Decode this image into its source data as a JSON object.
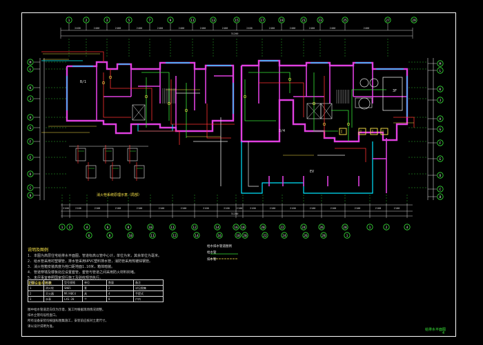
{
  "colors": {
    "background": "#000000",
    "wall": "#e040e0",
    "window": "#00e5ff",
    "grid": "#39e639",
    "dimension": "#d8d8d8",
    "annotation": "#ffe94a",
    "pipe_red": "#ff3030",
    "pipe_cyan": "#00ffff"
  },
  "grid_axes": {
    "top": [
      "1",
      "2",
      "3",
      "5",
      "7",
      "9",
      "11",
      "13",
      "15",
      "17",
      "19",
      "21",
      "23",
      "25",
      "27"
    ],
    "bottom": [
      "1",
      "2",
      "4",
      "6",
      "8",
      "10",
      "11",
      "12",
      "14",
      "16",
      "18",
      "20",
      "22",
      "24",
      "26",
      "28"
    ],
    "left": [
      "M",
      "L",
      "K",
      "J",
      "H",
      "G",
      "F",
      "E",
      "D",
      "C",
      "B",
      "A"
    ],
    "right": [
      "M",
      "L",
      "K",
      "J",
      "H",
      "G",
      "F",
      "E",
      "D",
      "C",
      "B"
    ]
  },
  "room_labels": [
    "B/1",
    "3/4",
    "EV",
    "3F"
  ],
  "notes": {
    "title": "说明及图例",
    "lines": [
      "1. 本图为高层住宅给排水平面图，管道标高以管中心计，单位为米，其余单位为毫米。",
      "2. 给水管采用衬塑钢管，排水管采用UPVC塑料排水管，消防管采用热镀锌钢管。",
      "3. 消火栓箱安装高度为栓口距地面1.10米，箱体暗装。",
      "4. 管道穿墙及楼板处应设置套管，套管与管道之间采用防火材料封堵。",
      "5. 未尽事宜参照国家现行施工及验收规范执行。"
    ],
    "section": "主要设备材料表"
  },
  "table": {
    "rows": [
      [
        "序号",
        "名称",
        "型号规格",
        "单位",
        "数量",
        "备注"
      ],
      [
        "1",
        "消火栓",
        "SN65",
        "套",
        "2",
        "详见图集"
      ],
      [
        "2",
        "灭火器",
        "MF/ABC4",
        "具",
        "4",
        "手提式"
      ],
      [
        "3",
        "水表",
        "LXS-20",
        "个",
        "8",
        "户内"
      ]
    ]
  },
  "footnotes": [
    "图中给水管道走向仅为示意，施工时根据现场情况调整。",
    "排水立管均设检查口。",
    "所有设备安装均按国标图集施工，安装前应核对土建尺寸。",
    "请以设计说明为准。"
  ],
  "legend": {
    "title": "给水排水管道图例",
    "items": [
      "给水管",
      "排水管"
    ]
  },
  "system_note": "消火栓系统原理示意（局部）",
  "sheet_title": "给排水平面图",
  "sheet_number": "4"
}
